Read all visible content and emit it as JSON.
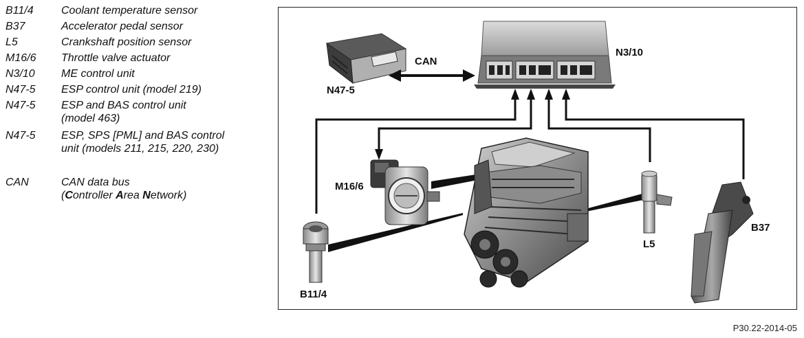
{
  "legend": {
    "items": [
      {
        "code": "B11/4",
        "desc": "Coolant temperature sensor"
      },
      {
        "code": "B37",
        "desc": "Accelerator pedal sensor"
      },
      {
        "code": "L5",
        "desc": "Crankshaft position sensor"
      },
      {
        "code": "M16/6",
        "desc": "Throttle valve actuator"
      },
      {
        "code": "N3/10",
        "desc": "ME control unit"
      },
      {
        "code": "N47-5",
        "desc": "ESP control unit (model 219)"
      },
      {
        "code": "N47-5",
        "desc": "ESP and BAS control unit",
        "desc2": "(model 463)"
      },
      {
        "code": "N47-5",
        "desc": "ESP, SPS [PML] and BAS control",
        "desc2": "unit (models 211, 215, 220, 230)"
      }
    ],
    "can": {
      "code": "CAN",
      "desc": "CAN data bus",
      "desc2_parts": [
        {
          "text": "(",
          "bold": false
        },
        {
          "text": "C",
          "bold": true
        },
        {
          "text": "ontroller ",
          "bold": false
        },
        {
          "text": "A",
          "bold": true
        },
        {
          "text": "rea ",
          "bold": false
        },
        {
          "text": "N",
          "bold": true
        },
        {
          "text": "etwork)",
          "bold": false
        }
      ]
    }
  },
  "diagram": {
    "labels": {
      "can": "CAN",
      "n3_10": "N3/10",
      "n47_5": "N47-5",
      "m16_6": "M16/6",
      "b11_4": "B11/4",
      "l5": "L5",
      "b37": "B37"
    }
  },
  "footer": {
    "figure_id": "P30.22-2014-05"
  }
}
